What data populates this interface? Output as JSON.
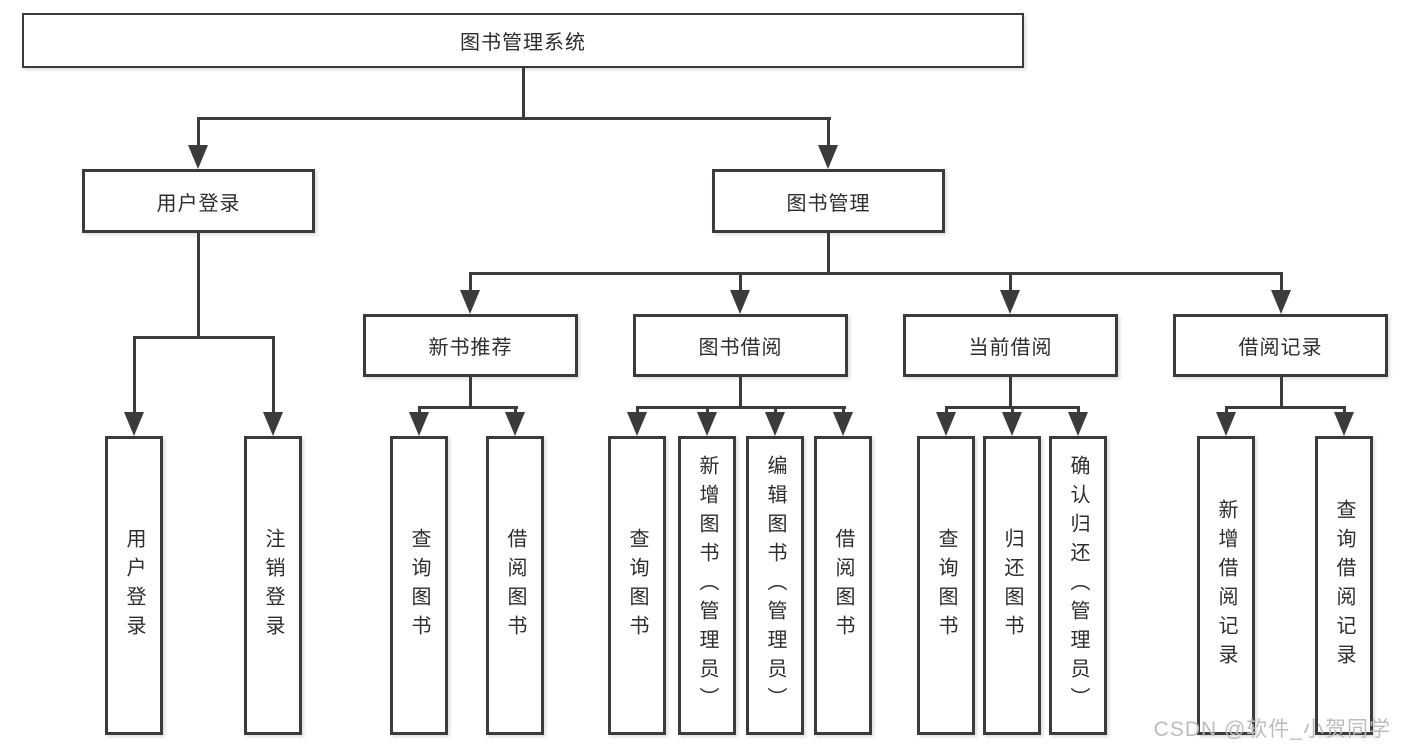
{
  "diagram": {
    "root": {
      "label": "图书管理系统"
    },
    "level2": [
      {
        "label": "用户登录"
      },
      {
        "label": "图书管理"
      }
    ],
    "level3": [
      {
        "label": "新书推荐"
      },
      {
        "label": "图书借阅"
      },
      {
        "label": "当前借阅"
      },
      {
        "label": "借阅记录"
      }
    ],
    "leaf_groups": [
      {
        "parent": "用户登录",
        "items": [
          "用户登录",
          "注销登录"
        ]
      },
      {
        "parent": "新书推荐",
        "items": [
          "查询图书",
          "借阅图书"
        ]
      },
      {
        "parent": "图书借阅",
        "items": [
          "查询图书",
          "新增图书（管理员）",
          "编辑图书（管理员）",
          "借阅图书"
        ]
      },
      {
        "parent": "当前借阅",
        "items": [
          "查询图书",
          "归还图书",
          "确认归还（管理员）"
        ]
      },
      {
        "parent": "借阅记录",
        "items": [
          "新增借阅记录",
          "查询借阅记录"
        ]
      }
    ]
  },
  "watermark": {
    "text": "CSDN @软件_小贺同学"
  },
  "colors": {
    "line": "#3b3b3b",
    "text": "#2d2d2d",
    "box_bg": "#ffffff",
    "watermark": "#bdbdbd"
  }
}
